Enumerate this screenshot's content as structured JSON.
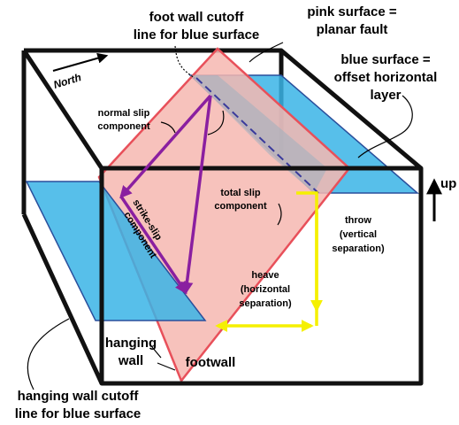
{
  "labels": {
    "foot_wall_cutoff_1": "foot wall cutoff",
    "foot_wall_cutoff_2": "line for blue surface",
    "pink_surface_1": "pink surface =",
    "pink_surface_2": "planar fault",
    "blue_surface_1": "blue surface =",
    "blue_surface_2": "offset horizontal",
    "blue_surface_3": "layer",
    "north": "North",
    "normal_slip_1": "normal slip",
    "normal_slip_2": "component",
    "strike_slip_1": "strike-slip",
    "strike_slip_2": "component",
    "total_slip_1": "total slip",
    "total_slip_2": "component",
    "up": "up",
    "throw_1": "throw",
    "throw_2": "(vertical",
    "throw_3": "separation)",
    "heave_1": "heave",
    "heave_2": "(horizontal",
    "heave_3": "separation)",
    "hanging_wall_1": "hanging",
    "hanging_wall_2": "wall",
    "footwall": "footwall",
    "hanging_cutoff_1": "hanging wall cutoff",
    "hanging_cutoff_2": "line for blue surface"
  },
  "colors": {
    "fault_fill": "#f6b7b0",
    "fault_edge": "#e8505a",
    "layer_fill": "#3ab4e6",
    "layer_edge": "#2a4f9c",
    "slip_arrow": "#8a1fa0",
    "separation_arrow": "#f5f000",
    "box_edge": "#111111"
  }
}
